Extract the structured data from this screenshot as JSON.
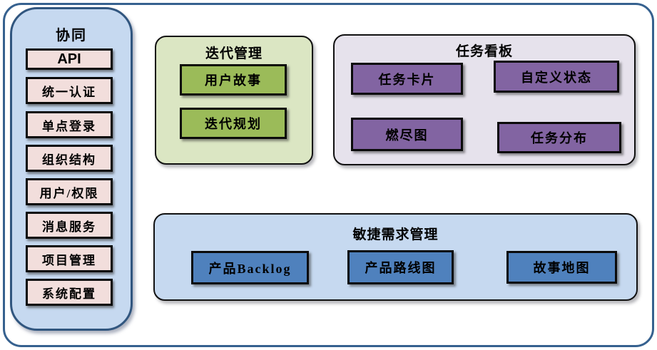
{
  "sidebar": {
    "title": "协同",
    "items": [
      "API",
      "统一认证",
      "单点登录",
      "组织结构",
      "用户/权限",
      "消息服务",
      "项目管理",
      "系统配置"
    ]
  },
  "groups": {
    "iteration": {
      "title": "迭代管理",
      "items": [
        "用户故事",
        "迭代规划"
      ]
    },
    "kanban": {
      "title": "任务看板",
      "items": [
        "任务卡片",
        "自定义状态",
        "燃尽图",
        "任务分布"
      ]
    },
    "agile": {
      "title": "敏捷需求管理",
      "items": [
        "产品Backlog",
        "产品路线图",
        "故事地图"
      ]
    }
  },
  "colors": {
    "frame_border": "#36618f",
    "sidebar_fill": "#c6d9f0",
    "sidebar_item_fill": "#f2dedc",
    "iteration_fill": "#dbe6c3",
    "iteration_item_fill": "#9bbb59",
    "kanban_fill": "#e6e2ec",
    "kanban_item_fill": "#8264a2",
    "agile_fill": "#c6d9f0",
    "agile_item_fill": "#4f81bd",
    "box_border": "#0b0b0b",
    "text": "#000000"
  }
}
